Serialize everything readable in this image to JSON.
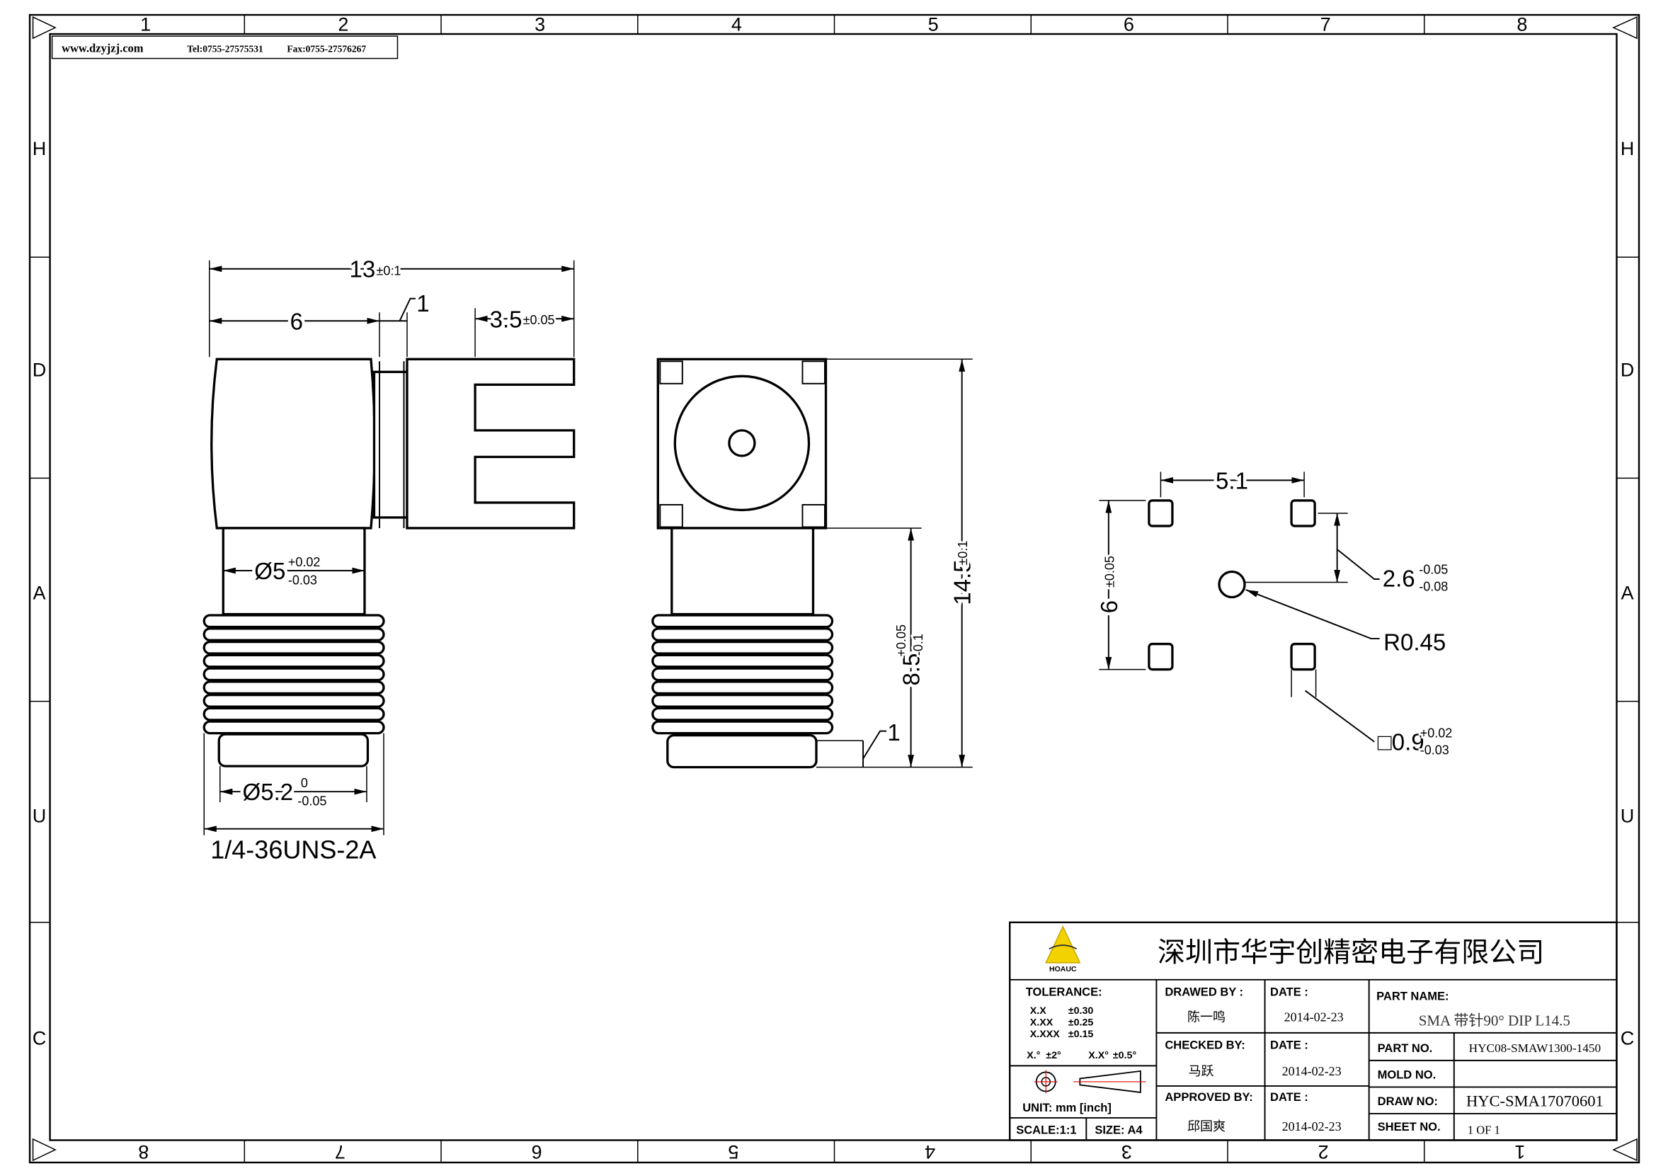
{
  "header": {
    "website": "www.dzyjzj.com",
    "tel": "Tel:0755-27575531",
    "fax": "Fax:0755-27576267"
  },
  "frame": {
    "top_numbers": [
      "1",
      "2",
      "3",
      "4",
      "5",
      "6",
      "7",
      "8"
    ],
    "side_letters": [
      "H",
      "D",
      "A",
      "U",
      "C"
    ],
    "bottom_numbers": [
      "8",
      "7",
      "6",
      "5",
      "4",
      "3",
      "2",
      "1"
    ]
  },
  "side_view": {
    "overall_length": "13",
    "overall_length_tol": "±0.1",
    "body_length": "6",
    "neck_width": "1",
    "pin_length": "3.5",
    "pin_length_tol": "±0.05",
    "neck_diameter": "Ø5",
    "neck_diameter_tol_upper": "+0.02",
    "neck_diameter_tol_lower": "-0.03",
    "tip_diameter": "Ø5.2",
    "tip_diameter_tol_upper": "0",
    "tip_diameter_tol_lower": "-0.05",
    "thread_spec": "1/4-36UNS-2A"
  },
  "front_view": {
    "total_height": "14.5",
    "total_height_tol": "±0.1",
    "lower_height": "8.5",
    "lower_height_tol_upper": "+0.05",
    "lower_height_tol_lower": "-0.1",
    "tip_length": "1"
  },
  "footprint": {
    "pad_pitch_x": "5.1",
    "pad_pitch_y": "6",
    "pad_pitch_y_tol": "±0.05",
    "center_offset": "2.6",
    "center_offset_tol_upper": "-0.05",
    "center_offset_tol_lower": "-0.08",
    "center_radius": "R0.45",
    "pad_size": "□0.9",
    "pad_size_tol_upper": "+0.02",
    "pad_size_tol_lower": "-0.03"
  },
  "title_block": {
    "logo_text": "HOAUC",
    "logo_color": "#f2d200",
    "company": "深圳市华宇创精密电子有限公司",
    "tolerance_label": "TOLERANCE:",
    "tolerances": [
      {
        "format": "X.X",
        "value": "±0.30"
      },
      {
        "format": "X.XX",
        "value": "±0.25"
      },
      {
        "format": "X.XXX",
        "value": "±0.15"
      }
    ],
    "angle_tolerances": [
      {
        "format": "X.°",
        "value": "±2°"
      },
      {
        "format": "X.X°",
        "value": "±0.5°"
      }
    ],
    "unit": "UNIT:  mm  [inch]",
    "scale": "SCALE:1:1",
    "size": "SIZE: A4",
    "drawed_by_label": "DRAWED BY :",
    "drawed_by": "陈一鸣",
    "checked_by_label": "CHECKED BY:",
    "checked_by": "马跃",
    "approved_by_label": "APPROVED BY:",
    "approved_by": "邱国爽",
    "date_label": "DATE :",
    "drawed_date": "2014-02-23",
    "checked_date": "2014-02-23",
    "approved_date": "2014-02-23",
    "part_name_label": "PART NAME:",
    "part_name": "SMA 带针90° DIP L14.5",
    "part_no_label": "PART NO.",
    "part_no": "HYC08-SMAW1300-1450",
    "mold_no_label": "MOLD NO.",
    "draw_no_label": "DRAW NO:",
    "draw_no": "HYC-SMA17070601",
    "sheet_no_label": "SHEET NO.",
    "sheet_no": "1 OF 1"
  }
}
